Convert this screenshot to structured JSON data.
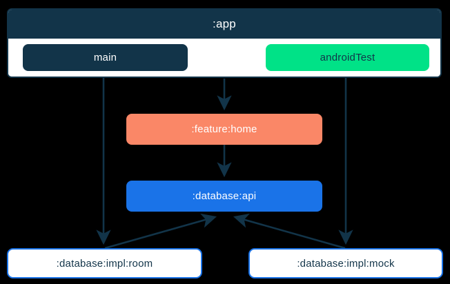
{
  "diagram": {
    "type": "module-dependency-graph",
    "background_color": "#000000",
    "edge_color": "#123449",
    "title_node": ":app"
  },
  "subgraph": {
    "label": ":app",
    "header_color": "#123449",
    "body_color": "#ffffff",
    "border_color": "#123449",
    "source_sets": [
      {
        "id": "main",
        "label": "main",
        "fill": "#123449",
        "text_color": "#ffffff"
      },
      {
        "id": "androidTest",
        "label": "androidTest",
        "fill": "#00E287",
        "text_color": "#123449"
      }
    ]
  },
  "nodes": [
    {
      "id": "feature-home",
      "label": ":feature:home",
      "fill": "#FA8767",
      "text_color": "#ffffff",
      "style": "filled-coral"
    },
    {
      "id": "database-api",
      "label": ":database:api",
      "fill": "#1A73E8",
      "text_color": "#ffffff",
      "style": "filled-blue"
    },
    {
      "id": "database-impl-room",
      "label": ":database:impl:room",
      "fill": "#ffffff",
      "text_color": "#123449",
      "border_color": "#1A73E8",
      "style": "outlined-blue"
    },
    {
      "id": "database-impl-mock",
      "label": ":database:impl:mock",
      "fill": "#ffffff",
      "text_color": "#123449",
      "border_color": "#1A73E8",
      "style": "outlined-blue"
    }
  ],
  "edges": [
    {
      "from": "main",
      "to": ":database:impl:room",
      "direction": "down",
      "shape": "vertical"
    },
    {
      "from": ":app",
      "to": ":feature:home",
      "direction": "down",
      "shape": "vertical"
    },
    {
      "from": ":feature:home",
      "to": ":database:api",
      "direction": "down",
      "shape": "vertical"
    },
    {
      "from": "androidTest",
      "to": ":database:impl:mock",
      "direction": "down",
      "shape": "vertical"
    },
    {
      "from": ":database:impl:room",
      "to": ":database:api",
      "direction": "up",
      "shape": "diagonal"
    },
    {
      "from": ":database:impl:mock",
      "to": ":database:api",
      "direction": "up",
      "shape": "diagonal"
    }
  ]
}
